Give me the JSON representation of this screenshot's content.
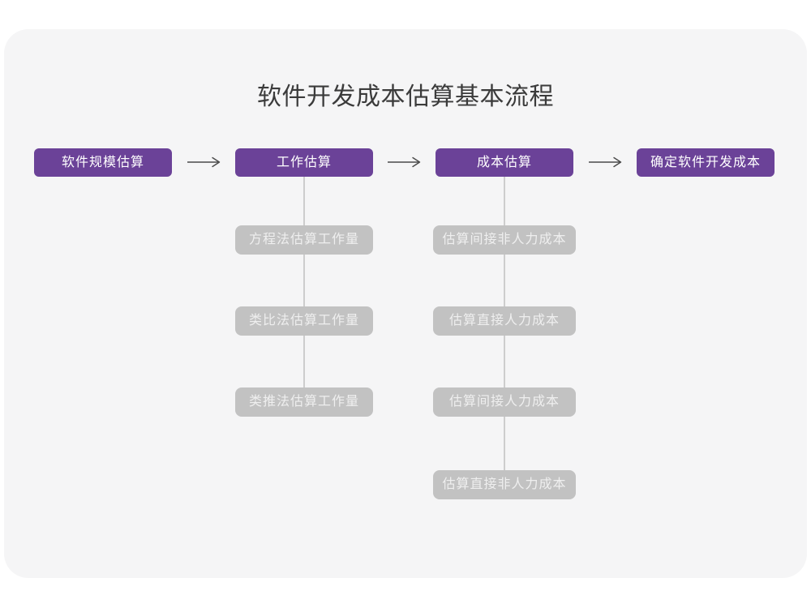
{
  "title": "软件开发成本估算基本流程",
  "colors": {
    "page_bg": "#ffffff",
    "card_bg": "#f5f5f6",
    "main_box_bg": "#6b4298",
    "main_box_text": "#ffffff",
    "sub_box_bg": "#c2c2c2",
    "sub_box_text": "#efefef",
    "connector": "#cdcdcd",
    "arrow": "#4a4a4a",
    "title_text": "#3b3b3b"
  },
  "flow": {
    "main_steps": [
      {
        "label": "软件规模估算",
        "sub_steps": []
      },
      {
        "label": "工作估算",
        "sub_steps": [
          "方程法估算工作量",
          "类比法估算工作量",
          "类推法估算工作量"
        ]
      },
      {
        "label": "成本估算",
        "sub_steps": [
          "估算间接非人力成本",
          "估算直接人力成本",
          "估算间接人力成本",
          "估算直接非人力成本"
        ]
      },
      {
        "label": "确定软件开发成本",
        "sub_steps": []
      }
    ]
  }
}
